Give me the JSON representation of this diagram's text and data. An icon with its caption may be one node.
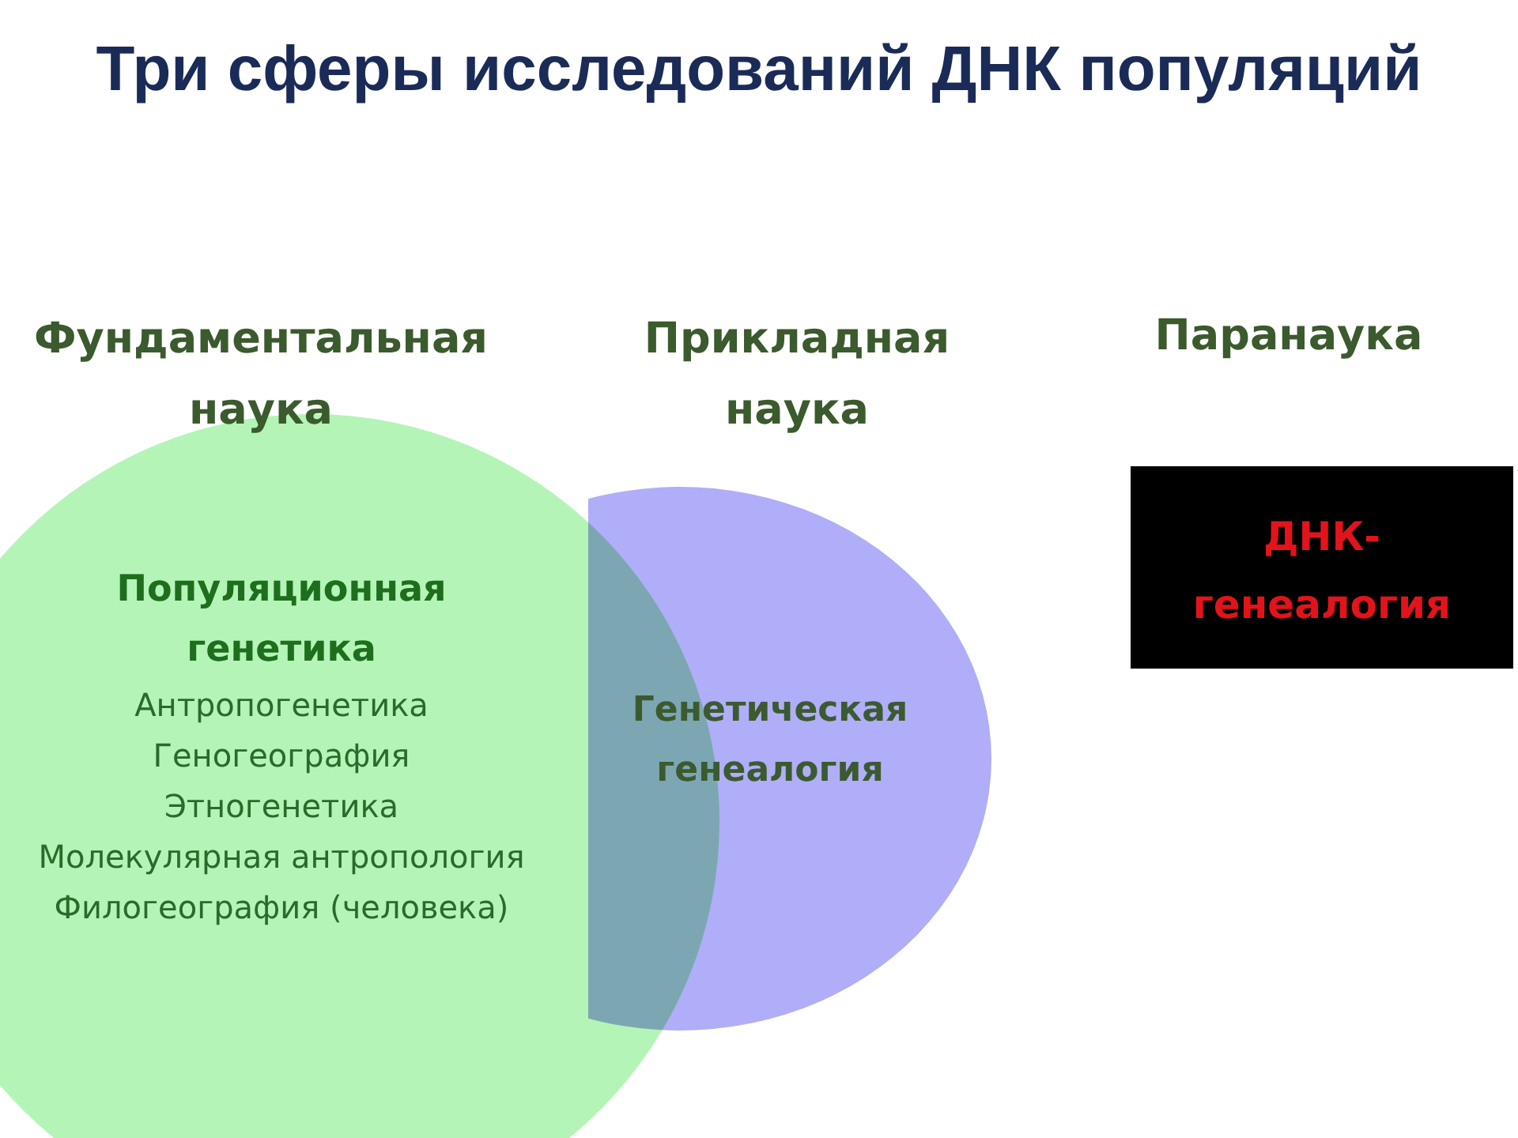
{
  "diagram": {
    "title": "Три сферы исследований ДНК популяций",
    "nodes": [
      {
        "text": [
          "Фундаментальная наука",
          "Популяционная генетика",
          "Антропогенетика",
          "Геногеография",
          "Этногенетика",
          "Молекулярная антропология",
          "Филогеография (человека)"
        ]
      },
      {
        "text": [
          "Прикладная наука",
          "Генетическая генеалогия"
        ]
      },
      {
        "text": [
          "Паранаука",
          "ДНК-генеалогия"
        ]
      }
    ]
  }
}
